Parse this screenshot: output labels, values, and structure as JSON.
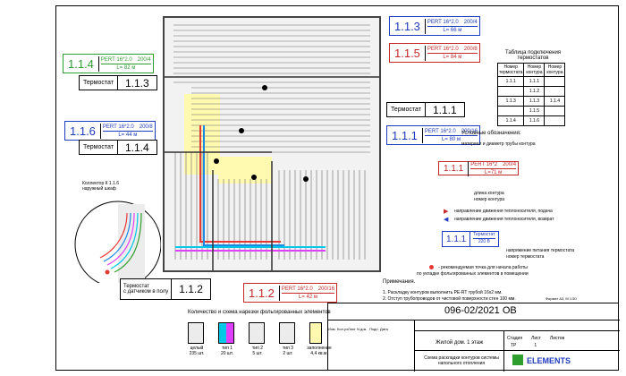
{
  "tags": {
    "t113": {
      "num": "1.1.3",
      "spec": "PERT 16*2.0",
      "d": "200/4",
      "len": "L= 66 м"
    },
    "t115": {
      "num": "1.1.5",
      "spec": "PERT 16*2.0",
      "d": "200/8",
      "len": "L= 84 м"
    },
    "t114": {
      "num": "1.1.4",
      "spec": "PERT 16*2.0",
      "d": "200/4",
      "len": "L= 82 м"
    },
    "t116": {
      "num": "1.1.6",
      "spec": "PERT 16*2.0",
      "d": "200/8",
      "len": "L= 44 м"
    },
    "t111": {
      "num": "1.1.1",
      "spec": "PERT 16*2.0",
      "d": "200/16",
      "len": "L= 80 м"
    },
    "t112": {
      "num": "1.1.2",
      "spec": "PERT 16*2.0",
      "d": "200/16",
      "len": "L= 42 м"
    }
  },
  "thermostats": {
    "th113": {
      "label": "Термостат",
      "value": "1.1.3"
    },
    "th114": {
      "label": "Термостат",
      "value": "1.1.4"
    },
    "th111": {
      "label": "Термостат",
      "value": "1.1.1"
    },
    "th112": {
      "label1": "Термостат",
      "label2": "с датчиком в полу",
      "value": "1.1.2"
    }
  },
  "collector_note": {
    "line1": "Коллектор К 1.1.6",
    "line2": "наружный шкаф"
  },
  "connection_table": {
    "title": "Таблица подключения термостатов",
    "headers": [
      "Номер термостата",
      "Номер контура",
      "Номер контура"
    ],
    "rows": [
      [
        "1.1.1",
        "1.1.1",
        ""
      ],
      [
        "",
        "1.1.2",
        ""
      ],
      [
        "1.1.3",
        "1.1.3",
        "1.1.4"
      ],
      [
        "",
        "1.1.5",
        ""
      ],
      [
        "1.1.4",
        "1.1.6",
        ""
      ]
    ]
  },
  "legend": {
    "title": "Условные обозначения:",
    "pipe_note": "материал и диаметр трубы контура",
    "sample_num": "1.1.1",
    "sample_spec": "PERT 16*2",
    "sample_d": "200/4",
    "sample_len": "L=71 м",
    "len_note": "длина контура",
    "num_note": "номер контура",
    "supply_note": "направление движения теплоносителя, подача",
    "return_note": "направление движения теплоносителя, возврат",
    "therm_sample_label": "Термостат",
    "therm_sample_value": "1.1.1",
    "therm_sample_volt": "220 В",
    "volt_note": "напряжение питания термостата",
    "therm_num_note": "номер термостата",
    "point_note1": "- рекомендуемая точка для начала работы",
    "point_note2": "по укладке фольгированных элементов в помещении"
  },
  "notes": {
    "title": "Примечания.",
    "n1": "1. Раскладку контуров выполнить PE-RT трубой 16х2 мм.",
    "n2": "2. Отступ трубопроводов от чистовой поверхности стен 100 мм.",
    "format": "Формат А3, М 1:50"
  },
  "elements": {
    "title": "Количество и схема нарезки фольгированных элементов",
    "items": [
      {
        "name": "целый",
        "count": "235 шт."
      },
      {
        "name": "тип 1",
        "count": "20 шт."
      },
      {
        "name": "тип 2",
        "count": "5 шт."
      },
      {
        "name": "тип 3",
        "count": "2 шт."
      },
      {
        "name": "заполнение",
        "count": "4,4 кв.м."
      }
    ]
  },
  "title_block": {
    "doc_code": "096-02/2021 ОВ",
    "cols": [
      "Изм.",
      "Кол.уч",
      "Лист",
      "N док.",
      "Подп.",
      "Дата"
    ],
    "house": "Жилой дом. 1 этаж",
    "stage_h": "Стадия",
    "sheet_h": "Лист",
    "sheets_h": "Листов",
    "stage": "ТР",
    "sheet": "1",
    "sheets": "",
    "desc1": "Схема раскладки контуров системы",
    "desc2": "напольного отопления",
    "brand": "ELEMENTS"
  },
  "colors": {
    "blue": "#1f3bbf",
    "red": "#c62828",
    "green": "#2e9e2e",
    "cyan": "#00c8e6",
    "magenta": "#e040fb",
    "yellow": "#ffff8c"
  }
}
